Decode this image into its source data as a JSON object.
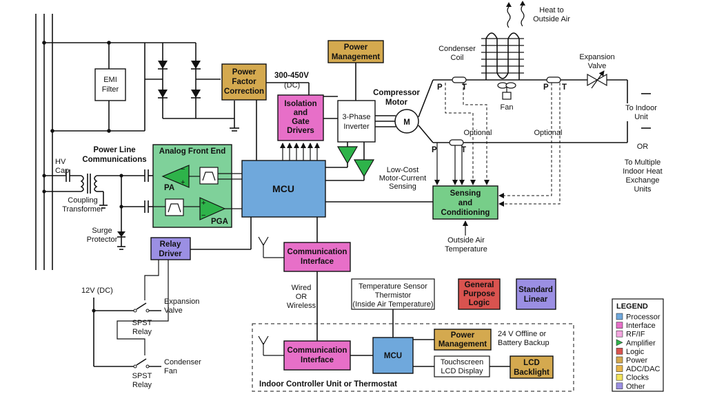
{
  "colors": {
    "processor": "#6fa8dc",
    "interface": "#e76fc8",
    "rf_if": "#f4a6e0",
    "amplifier": "#2eb34a",
    "logic": "#d9534f",
    "power": "#d4a94f",
    "adc_dac": "#e8b54a",
    "clocks": "#f3e45a",
    "other": "#9b8fe3",
    "afe": "#7fd19a"
  },
  "blocks": {
    "emi_filter": [
      "EMI",
      "Filter"
    ],
    "pfc": [
      "Power",
      "Factor",
      "Correction"
    ],
    "power_mgmt_top": [
      "Power",
      "Management"
    ],
    "isolation": [
      "Isolation",
      "and",
      "Gate",
      "Drivers"
    ],
    "inverter": [
      "3-Phase",
      "Inverter"
    ],
    "motor": "M",
    "afe_title": "Analog Front End",
    "pa": "PA",
    "pga": "PGA",
    "mcu_main": "MCU",
    "sensing": [
      "Sensing",
      "and",
      "Conditioning"
    ],
    "relay_driver": [
      "Relay",
      "Driver"
    ],
    "comm_top": [
      "Communication",
      "Interface"
    ],
    "comm_bottom": [
      "Communication",
      "Interface"
    ],
    "mcu_bottom": "MCU",
    "power_mgmt_bottom": [
      "Power",
      "Management"
    ],
    "lcd_backlight": [
      "LCD",
      "Backlight"
    ],
    "touchscreen": [
      "Touchscreen",
      "LCD Display"
    ],
    "temp_sensor": [
      "Temperature Sensor",
      "Thermistor",
      "(Inside Air Temperature)"
    ],
    "general_logic": [
      "General",
      "Purpose",
      "Logic"
    ],
    "standard_linear": [
      "Standard",
      "Linear"
    ]
  },
  "labels": {
    "heat": [
      "Heat to",
      "Outside Air"
    ],
    "condenser_coil": [
      "Condenser",
      "Coil"
    ],
    "expansion_valve_top": [
      "Expansion",
      "Valve"
    ],
    "fan": "Fan",
    "dc_voltage": [
      "300-450V",
      "(DC)"
    ],
    "compressor_motor": [
      "Compressor",
      "Motor"
    ],
    "to_indoor": [
      "To Indoor",
      "Unit"
    ],
    "or_right": "OR",
    "to_multiple": [
      "To Multiple",
      "Indoor Heat",
      "Exchange",
      "Units"
    ],
    "optional_left": "Optional",
    "optional_right": "Optional",
    "p1": "P",
    "t1": "T",
    "p2": "P",
    "t2": "T",
    "p3": "P",
    "t3": "T",
    "plc": [
      "Power Line",
      "Communications"
    ],
    "hv_cap": [
      "HV",
      "Cap"
    ],
    "coupling": [
      "Coupling",
      "Transformer"
    ],
    "surge": [
      "Surge",
      "Protector"
    ],
    "low_cost": [
      "Low-Cost",
      "Motor-Current",
      "Sensing"
    ],
    "outside_air": [
      "Outside Air",
      "Temperature"
    ],
    "twelve_v": "12V (DC)",
    "spst1": [
      "SPST",
      "Relay"
    ],
    "spst2": [
      "SPST",
      "Relay"
    ],
    "exp_valve_relay": [
      "Expansion",
      "Valve"
    ],
    "cond_fan_relay": [
      "Condenser",
      "Fan"
    ],
    "wired": [
      "Wired",
      "OR",
      "Wireless"
    ],
    "backup": [
      "24 V Offline or",
      "Battery Backup"
    ],
    "indoor_title": "Indoor Controller Unit or Thermostat"
  },
  "legend": {
    "title": "LEGEND",
    "items": [
      {
        "label": "Processor",
        "color": "#6fa8dc",
        "shape": "square"
      },
      {
        "label": "Interface",
        "color": "#e76fc8",
        "shape": "square"
      },
      {
        "label": "RF/IF",
        "color": "#f4a6e0",
        "shape": "square"
      },
      {
        "label": "Amplifier",
        "color": "#2eb34a",
        "shape": "triangle"
      },
      {
        "label": "Logic",
        "color": "#d9534f",
        "shape": "square"
      },
      {
        "label": "Power",
        "color": "#d4a94f",
        "shape": "square"
      },
      {
        "label": "ADC/DAC",
        "color": "#e8b54a",
        "shape": "square"
      },
      {
        "label": "Clocks",
        "color": "#f3e45a",
        "shape": "square"
      },
      {
        "label": "Other",
        "color": "#9b8fe3",
        "shape": "square"
      }
    ]
  }
}
